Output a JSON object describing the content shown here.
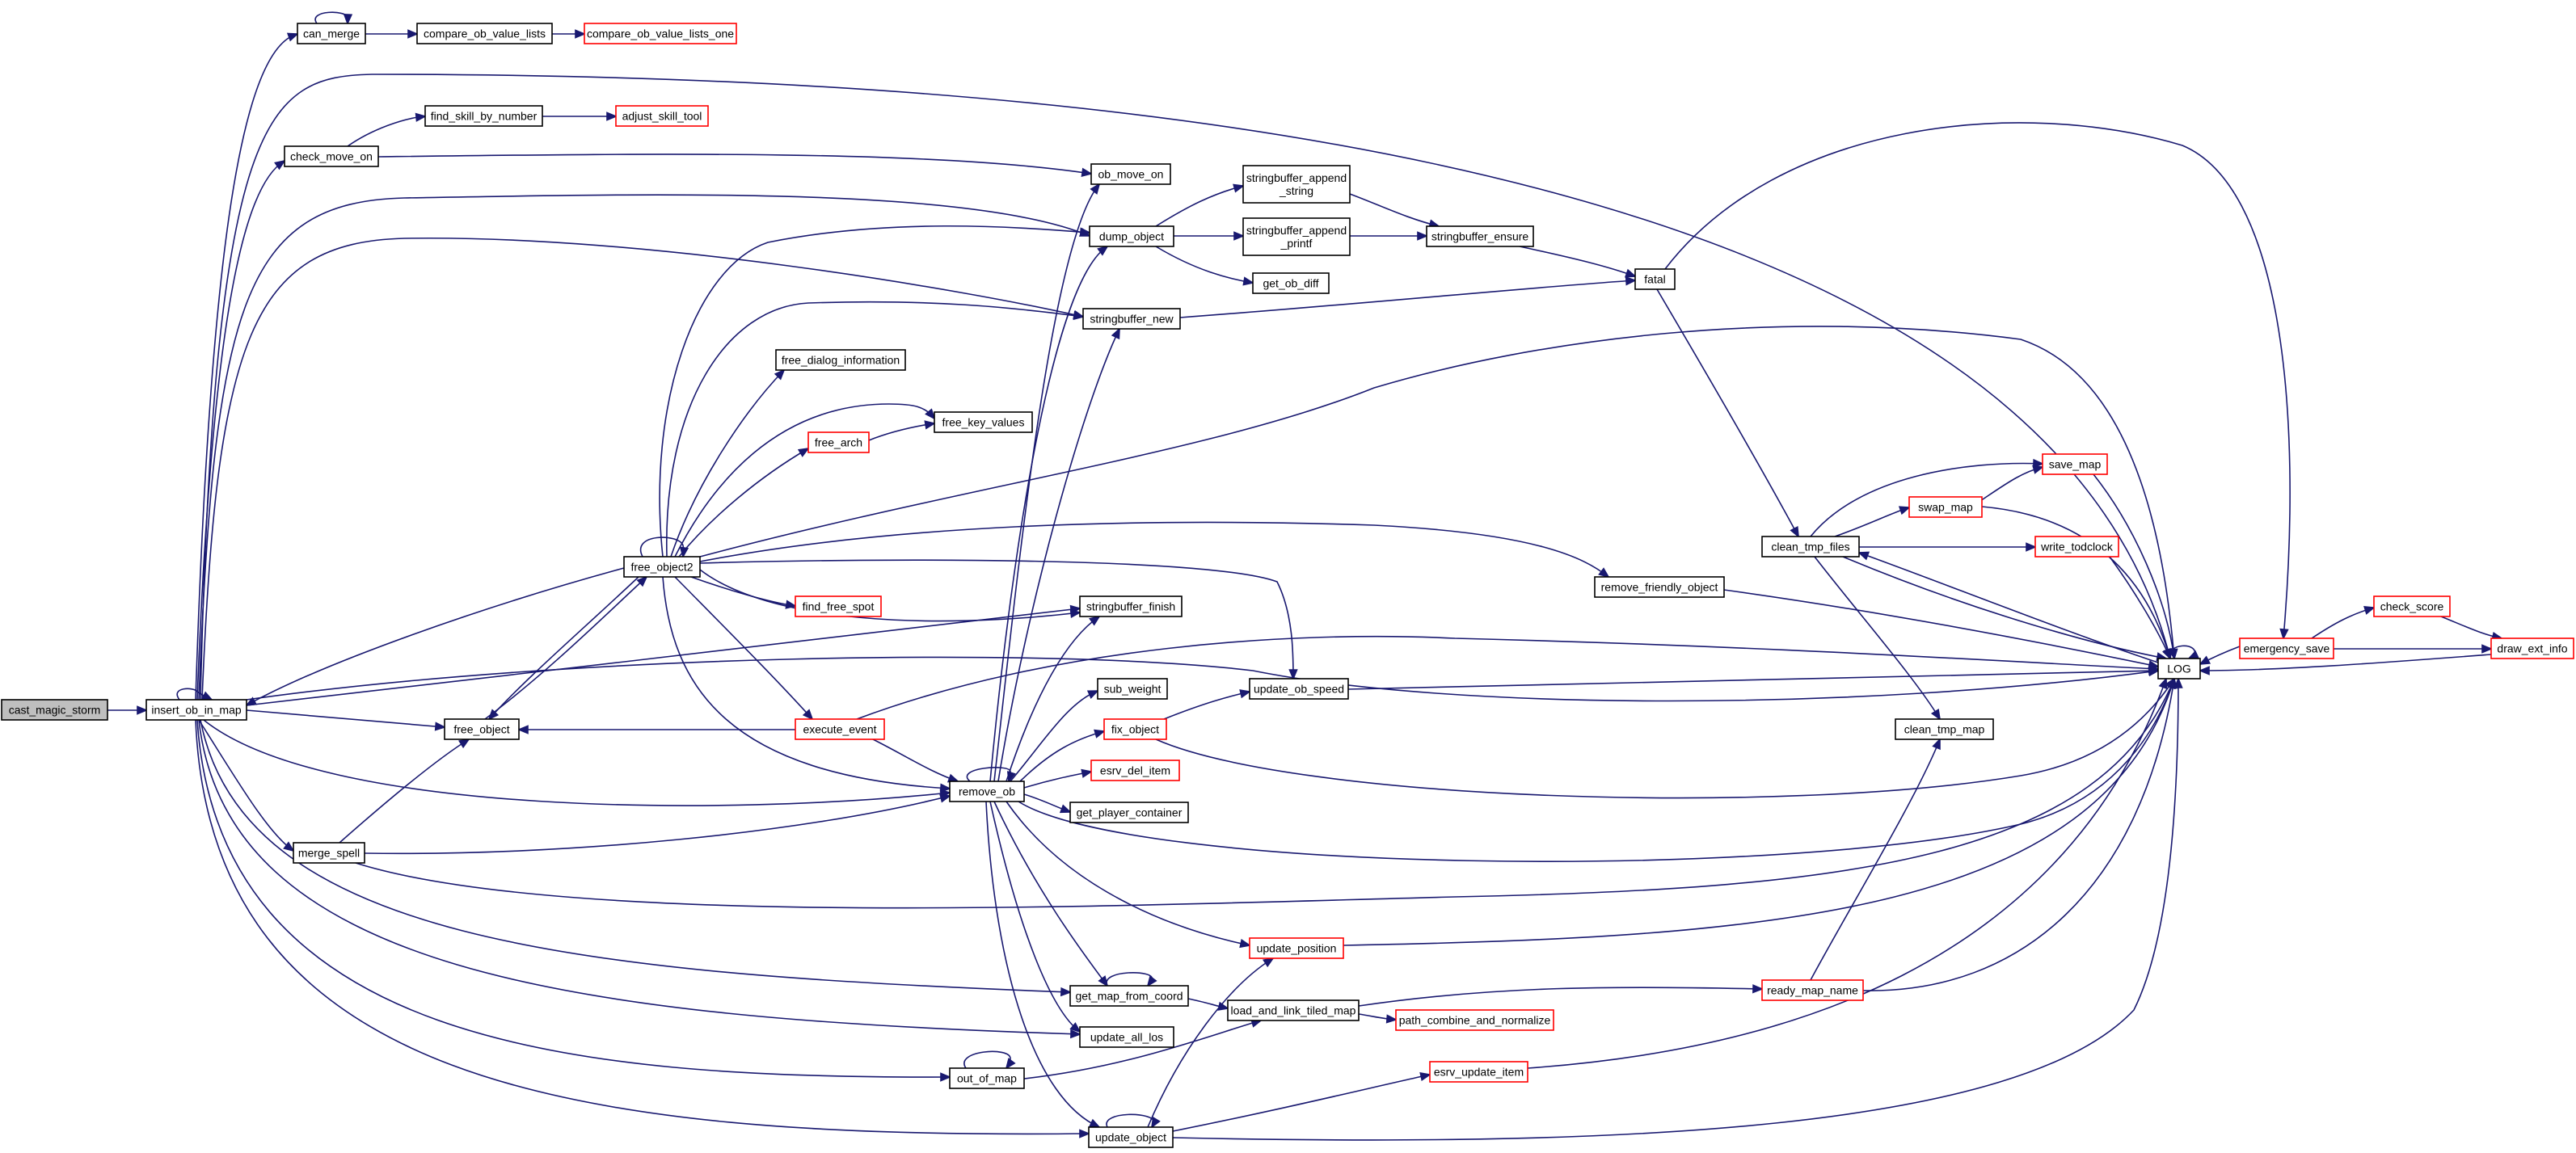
{
  "diagram": {
    "type": "call-graph",
    "colors": {
      "root_fill": "#bfbfbf",
      "node_border": "#000000",
      "unresolved_border": "#ff0000",
      "edge": "#191970",
      "background": "#ffffff"
    },
    "nodes": [
      {
        "id": "cast_magic_storm",
        "lines": [
          "cast_magic_storm"
        ],
        "style": "root"
      },
      {
        "id": "insert_ob_in_map",
        "lines": [
          "insert_ob_in_map"
        ],
        "style": "normal"
      },
      {
        "id": "can_merge",
        "lines": [
          "can_merge"
        ],
        "style": "normal"
      },
      {
        "id": "compare_ob_value_lists",
        "lines": [
          "compare_ob_value_lists"
        ],
        "style": "normal"
      },
      {
        "id": "compare_ob_value_lists_one",
        "lines": [
          "compare_ob_value_lists_one"
        ],
        "style": "red"
      },
      {
        "id": "check_move_on",
        "lines": [
          "check_move_on"
        ],
        "style": "normal"
      },
      {
        "id": "find_skill_by_number",
        "lines": [
          "find_skill_by_number"
        ],
        "style": "normal"
      },
      {
        "id": "adjust_skill_tool",
        "lines": [
          "adjust_skill_tool"
        ],
        "style": "red"
      },
      {
        "id": "ob_move_on",
        "lines": [
          "ob_move_on"
        ],
        "style": "normal"
      },
      {
        "id": "dump_object",
        "lines": [
          "dump_object"
        ],
        "style": "normal"
      },
      {
        "id": "stringbuffer_append_string",
        "lines": [
          "stringbuffer_append",
          "_string"
        ],
        "style": "normal"
      },
      {
        "id": "stringbuffer_append_printf",
        "lines": [
          "stringbuffer_append",
          "_printf"
        ],
        "style": "normal"
      },
      {
        "id": "stringbuffer_ensure",
        "lines": [
          "stringbuffer_ensure"
        ],
        "style": "normal"
      },
      {
        "id": "get_ob_diff",
        "lines": [
          "get_ob_diff"
        ],
        "style": "normal"
      },
      {
        "id": "fatal",
        "lines": [
          "fatal"
        ],
        "style": "normal"
      },
      {
        "id": "stringbuffer_new",
        "lines": [
          "stringbuffer_new"
        ],
        "style": "normal"
      },
      {
        "id": "free_dialog_information",
        "lines": [
          "free_dialog_information"
        ],
        "style": "normal"
      },
      {
        "id": "free_key_values",
        "lines": [
          "free_key_values"
        ],
        "style": "normal"
      },
      {
        "id": "free_arch",
        "lines": [
          "free_arch"
        ],
        "style": "red"
      },
      {
        "id": "free_object2",
        "lines": [
          "free_object2"
        ],
        "style": "normal"
      },
      {
        "id": "find_free_spot",
        "lines": [
          "find_free_spot"
        ],
        "style": "red"
      },
      {
        "id": "stringbuffer_finish",
        "lines": [
          "stringbuffer_finish"
        ],
        "style": "normal"
      },
      {
        "id": "remove_friendly_object",
        "lines": [
          "remove_friendly_object"
        ],
        "style": "normal"
      },
      {
        "id": "clean_tmp_files",
        "lines": [
          "clean_tmp_files"
        ],
        "style": "normal"
      },
      {
        "id": "swap_map",
        "lines": [
          "swap_map"
        ],
        "style": "red"
      },
      {
        "id": "save_map",
        "lines": [
          "save_map"
        ],
        "style": "red"
      },
      {
        "id": "write_todclock",
        "lines": [
          "write_todclock"
        ],
        "style": "red"
      },
      {
        "id": "clean_tmp_map",
        "lines": [
          "clean_tmp_map"
        ],
        "style": "normal"
      },
      {
        "id": "LOG",
        "lines": [
          "LOG"
        ],
        "style": "normal"
      },
      {
        "id": "emergency_save",
        "lines": [
          "emergency_save"
        ],
        "style": "red"
      },
      {
        "id": "check_score",
        "lines": [
          "check_score"
        ],
        "style": "red"
      },
      {
        "id": "draw_ext_info",
        "lines": [
          "draw_ext_info"
        ],
        "style": "red"
      },
      {
        "id": "free_object",
        "lines": [
          "free_object"
        ],
        "style": "normal"
      },
      {
        "id": "execute_event",
        "lines": [
          "execute_event"
        ],
        "style": "red"
      },
      {
        "id": "update_ob_speed",
        "lines": [
          "update_ob_speed"
        ],
        "style": "normal"
      },
      {
        "id": "sub_weight",
        "lines": [
          "sub_weight"
        ],
        "style": "normal"
      },
      {
        "id": "fix_object",
        "lines": [
          "fix_object"
        ],
        "style": "red"
      },
      {
        "id": "esrv_del_item",
        "lines": [
          "esrv_del_item"
        ],
        "style": "red"
      },
      {
        "id": "remove_ob",
        "lines": [
          "remove_ob"
        ],
        "style": "normal"
      },
      {
        "id": "get_player_container",
        "lines": [
          "get_player_container"
        ],
        "style": "normal"
      },
      {
        "id": "merge_spell",
        "lines": [
          "merge_spell"
        ],
        "style": "normal"
      },
      {
        "id": "update_position",
        "lines": [
          "update_position"
        ],
        "style": "red"
      },
      {
        "id": "get_map_from_coord",
        "lines": [
          "get_map_from_coord"
        ],
        "style": "normal"
      },
      {
        "id": "ready_map_name",
        "lines": [
          "ready_map_name"
        ],
        "style": "red"
      },
      {
        "id": "load_and_link_tiled_map",
        "lines": [
          "load_and_link_tiled_map"
        ],
        "style": "normal"
      },
      {
        "id": "path_combine_and_normalize",
        "lines": [
          "path_combine_and_normalize"
        ],
        "style": "red"
      },
      {
        "id": "update_all_los",
        "lines": [
          "update_all_los"
        ],
        "style": "normal"
      },
      {
        "id": "out_of_map",
        "lines": [
          "out_of_map"
        ],
        "style": "normal"
      },
      {
        "id": "esrv_update_item",
        "lines": [
          "esrv_update_item"
        ],
        "style": "red"
      },
      {
        "id": "update_object",
        "lines": [
          "update_object"
        ],
        "style": "normal"
      }
    ],
    "edges": [
      [
        "cast_magic_storm",
        "insert_ob_in_map"
      ],
      [
        "insert_ob_in_map",
        "insert_ob_in_map"
      ],
      [
        "insert_ob_in_map",
        "can_merge"
      ],
      [
        "insert_ob_in_map",
        "LOG"
      ],
      [
        "insert_ob_in_map",
        "check_move_on"
      ],
      [
        "insert_ob_in_map",
        "dump_object"
      ],
      [
        "insert_ob_in_map",
        "stringbuffer_new"
      ],
      [
        "insert_ob_in_map",
        "stringbuffer_finish"
      ],
      [
        "insert_ob_in_map",
        "free_object"
      ],
      [
        "insert_ob_in_map",
        "remove_ob"
      ],
      [
        "insert_ob_in_map",
        "merge_spell"
      ],
      [
        "insert_ob_in_map",
        "get_map_from_coord"
      ],
      [
        "insert_ob_in_map",
        "update_all_los"
      ],
      [
        "insert_ob_in_map",
        "out_of_map"
      ],
      [
        "insert_ob_in_map",
        "update_object"
      ],
      [
        "can_merge",
        "can_merge"
      ],
      [
        "can_merge",
        "compare_ob_value_lists"
      ],
      [
        "compare_ob_value_lists",
        "compare_ob_value_lists_one"
      ],
      [
        "check_move_on",
        "find_skill_by_number"
      ],
      [
        "check_move_on",
        "ob_move_on"
      ],
      [
        "find_skill_by_number",
        "adjust_skill_tool"
      ],
      [
        "dump_object",
        "stringbuffer_append_string"
      ],
      [
        "dump_object",
        "stringbuffer_append_printf"
      ],
      [
        "dump_object",
        "get_ob_diff"
      ],
      [
        "stringbuffer_append_string",
        "stringbuffer_ensure"
      ],
      [
        "stringbuffer_append_printf",
        "stringbuffer_ensure"
      ],
      [
        "stringbuffer_ensure",
        "fatal"
      ],
      [
        "stringbuffer_new",
        "fatal"
      ],
      [
        "fatal",
        "emergency_save"
      ],
      [
        "fatal",
        "clean_tmp_files"
      ],
      [
        "free_object2",
        "free_object2"
      ],
      [
        "free_object2",
        "dump_object"
      ],
      [
        "free_object2",
        "stringbuffer_new"
      ],
      [
        "free_object2",
        "free_dialog_information"
      ],
      [
        "free_object2",
        "free_key_values"
      ],
      [
        "free_object2",
        "free_arch"
      ],
      [
        "free_object2",
        "LOG"
      ],
      [
        "free_object2",
        "remove_friendly_object"
      ],
      [
        "free_object2",
        "find_free_spot"
      ],
      [
        "free_object2",
        "stringbuffer_finish"
      ],
      [
        "free_object2",
        "update_ob_speed"
      ],
      [
        "free_object2",
        "insert_ob_in_map"
      ],
      [
        "free_object2",
        "free_object"
      ],
      [
        "free_object2",
        "execute_event"
      ],
      [
        "free_object2",
        "remove_ob"
      ],
      [
        "free_arch",
        "free_key_values"
      ],
      [
        "remove_friendly_object",
        "LOG"
      ],
      [
        "clean_tmp_files",
        "swap_map"
      ],
      [
        "clean_tmp_files",
        "save_map"
      ],
      [
        "clean_tmp_files",
        "write_todclock"
      ],
      [
        "clean_tmp_files",
        "clean_tmp_map"
      ],
      [
        "clean_tmp_files",
        "LOG"
      ],
      [
        "swap_map",
        "save_map"
      ],
      [
        "swap_map",
        "LOG"
      ],
      [
        "save_map",
        "LOG"
      ],
      [
        "write_todclock",
        "LOG"
      ],
      [
        "LOG",
        "LOG"
      ],
      [
        "LOG",
        "clean_tmp_files"
      ],
      [
        "emergency_save",
        "LOG"
      ],
      [
        "emergency_save",
        "check_score"
      ],
      [
        "emergency_save",
        "draw_ext_info"
      ],
      [
        "check_score",
        "draw_ext_info"
      ],
      [
        "draw_ext_info",
        "LOG"
      ],
      [
        "free_object",
        "free_object2"
      ],
      [
        "execute_event",
        "free_object"
      ],
      [
        "execute_event",
        "LOG"
      ],
      [
        "execute_event",
        "remove_ob"
      ],
      [
        "update_ob_speed",
        "LOG"
      ],
      [
        "fix_object",
        "update_ob_speed"
      ],
      [
        "fix_object",
        "LOG"
      ],
      [
        "remove_ob",
        "remove_ob"
      ],
      [
        "remove_ob",
        "ob_move_on"
      ],
      [
        "remove_ob",
        "dump_object"
      ],
      [
        "remove_ob",
        "stringbuffer_new"
      ],
      [
        "remove_ob",
        "stringbuffer_finish"
      ],
      [
        "remove_ob",
        "sub_weight"
      ],
      [
        "remove_ob",
        "fix_object"
      ],
      [
        "remove_ob",
        "esrv_del_item"
      ],
      [
        "remove_ob",
        "get_player_container"
      ],
      [
        "remove_ob",
        "LOG"
      ],
      [
        "remove_ob",
        "update_position"
      ],
      [
        "remove_ob",
        "get_map_from_coord"
      ],
      [
        "remove_ob",
        "update_all_los"
      ],
      [
        "remove_ob",
        "update_object"
      ],
      [
        "merge_spell",
        "free_object"
      ],
      [
        "merge_spell",
        "remove_ob"
      ],
      [
        "merge_spell",
        "LOG"
      ],
      [
        "update_position",
        "LOG"
      ],
      [
        "get_map_from_coord",
        "get_map_from_coord"
      ],
      [
        "get_map_from_coord",
        "load_and_link_tiled_map"
      ],
      [
        "load_and_link_tiled_map",
        "ready_map_name"
      ],
      [
        "load_and_link_tiled_map",
        "path_combine_and_normalize"
      ],
      [
        "ready_map_name",
        "clean_tmp_map"
      ],
      [
        "ready_map_name",
        "LOG"
      ],
      [
        "out_of_map",
        "out_of_map"
      ],
      [
        "out_of_map",
        "load_and_link_tiled_map"
      ],
      [
        "update_object",
        "update_object"
      ],
      [
        "update_object",
        "update_position"
      ],
      [
        "update_object",
        "esrv_update_item"
      ],
      [
        "update_object",
        "LOG"
      ],
      [
        "esrv_update_item",
        "LOG"
      ]
    ]
  }
}
